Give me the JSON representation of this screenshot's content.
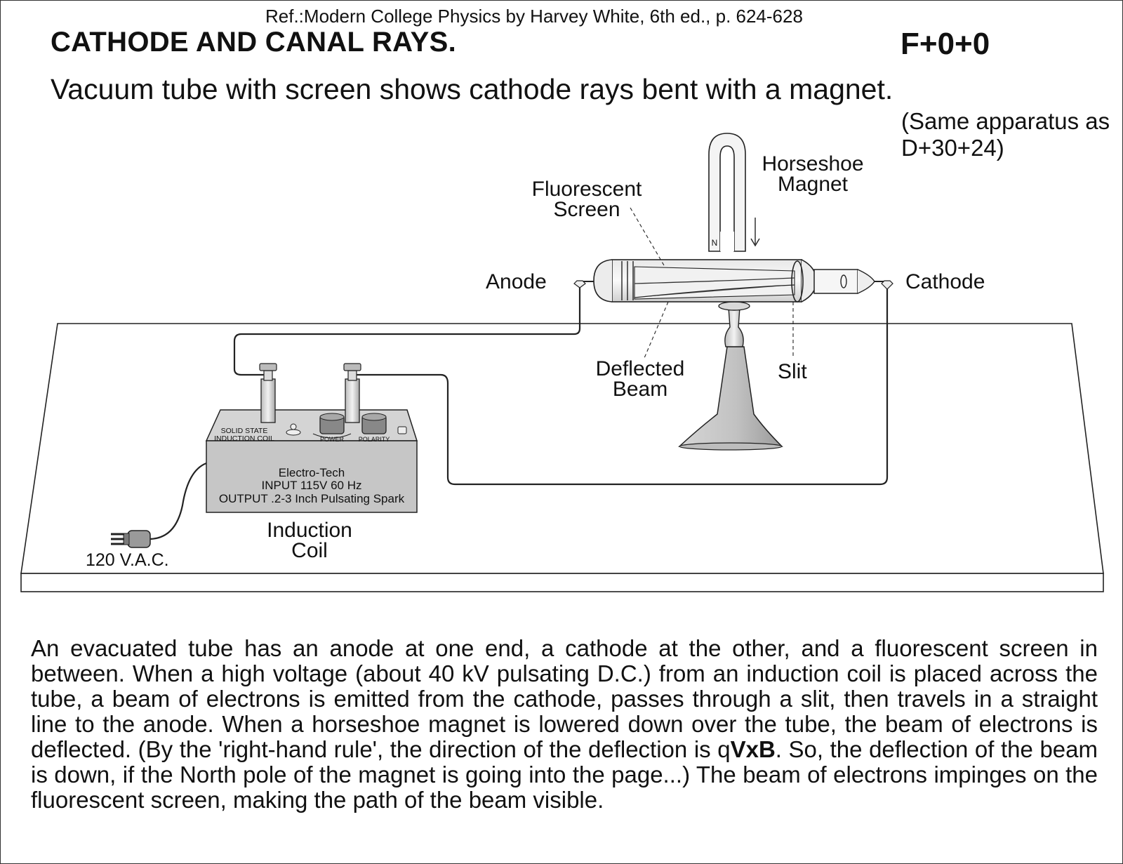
{
  "header": {
    "reference": "Ref.:Modern College Physics by Harvey White, 6th ed., p. 624-628",
    "title": "CATHODE AND CANAL RAYS.",
    "code": "F+0+0",
    "subtitle": "Vacuum tube with screen shows cathode rays bent with a magnet.",
    "same_apparatus": "(Same apparatus as D+30+24)"
  },
  "labels": {
    "horseshoe_magnet": "Horseshoe Magnet",
    "fluorescent_screen": "Fluorescent Screen",
    "anode": "Anode",
    "cathode": "Cathode",
    "deflected_beam": "Deflected Beam",
    "slit": "Slit",
    "induction_coil": "Induction Coil",
    "power_source": "120 V.A.C.",
    "north_pole": "N"
  },
  "coil_panel": {
    "top_label_line1": "SOLID STATE",
    "top_label_line2": "INDUCTION COIL",
    "knob1": "POWER",
    "knob2": "POLARITY",
    "brand": "Electro-Tech",
    "input": "INPUT 115V 60 Hz",
    "output": "OUTPUT .2-3 Inch Pulsating Spark"
  },
  "description": {
    "part1": "An evacuated tube has an anode at one end, a cathode at the other, and a fluorescent screen in between.  When a high voltage (about 40 kV pulsating D.C.) from an induction coil is placed across the tube, a beam of electrons is emitted from the cathode, passes through a slit, then travels  in a straight line to the anode.  When a horseshoe magnet is lowered down over the tube, the beam of electrons is deflected. (By the 'right-hand rule', the direction of the deflection is q",
    "bold": "VxB",
    "part2": ".  So, the deflection of the beam is down, if the North pole of the magnet is going into the page...)  The beam of electrons impinges on the fluorescent screen, making the path of the beam visible."
  }
}
